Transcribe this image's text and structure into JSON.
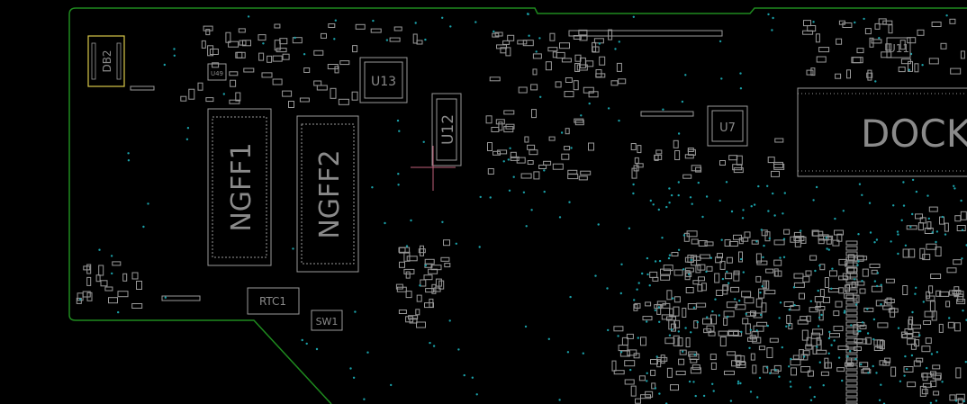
{
  "viewer": {
    "background": "#000000",
    "outline_color": "#1f8a1f",
    "silk_color": "#9a9a9a",
    "label_color": "#8a8a8a",
    "highlight_color": "#d8c84a",
    "via_color": "#1aa0a8",
    "cursor_color": "#c0607a"
  },
  "components": {
    "db2": "DB2",
    "u49": "U49",
    "u13": "U13",
    "u12": "U12",
    "u7": "U7",
    "u11": "U11",
    "ngff1": "NGFF1",
    "ngff2": "NGFF2",
    "rtc1": "RTC1",
    "sw1": "SW1",
    "dock": "DOCK"
  }
}
